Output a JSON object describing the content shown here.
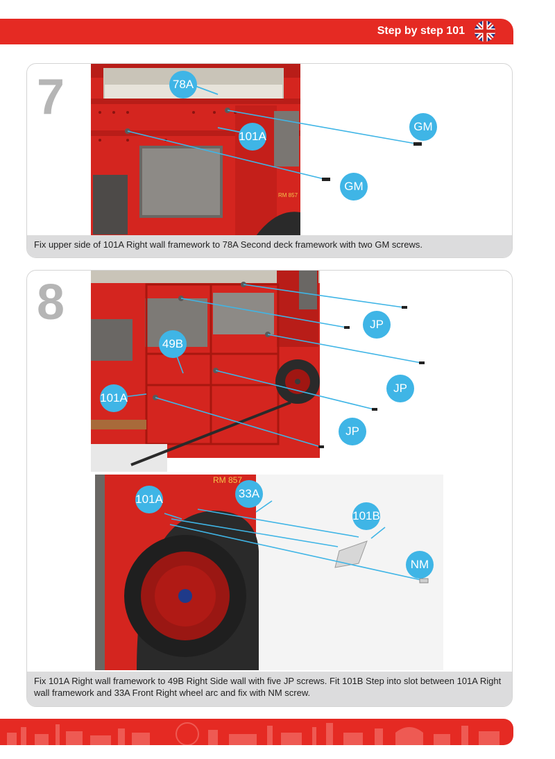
{
  "header": {
    "title": "Step by step 101",
    "flag_icon": "uk-flag-icon",
    "accent_color": "#e52a23"
  },
  "steps": [
    {
      "number": "7",
      "caption": "Fix upper side of 101A Right wall framework to 78A Second deck framework with two GM screws.",
      "callouts": [
        "78A",
        "101A",
        "GM",
        "GM"
      ]
    },
    {
      "number": "8",
      "caption": "Fix 101A Right wall framework to 49B Right Side wall with five JP screws. Fit 101B Step into slot between 101A Right wall framework and 33A Front Right wheel arc and fix with NM screw.",
      "callouts_top": [
        "49B",
        "101A",
        "JP",
        "JP",
        "JP"
      ],
      "callouts_bottom": [
        "101A",
        "33A",
        "101B",
        "NM"
      ]
    }
  ],
  "bus_markings": {
    "plate": "RM 857"
  },
  "colors": {
    "callout": "#3fb5e6",
    "bus_red": "#d4251f",
    "caption_bg": "#dcdcdd"
  }
}
